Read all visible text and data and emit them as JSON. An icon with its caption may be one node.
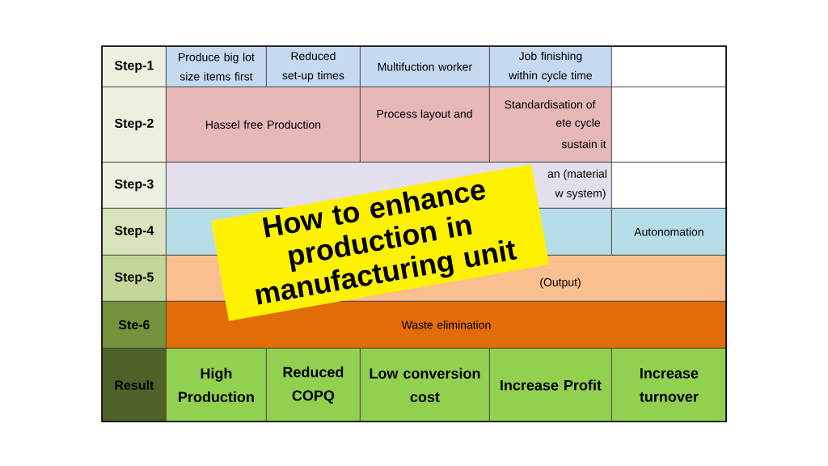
{
  "diagram": {
    "title": "How to enhance production in manufacturing unit",
    "nodes": [
      {
        "text": [
          "Step-1"
        ]
      },
      {
        "text": [
          "Produce big lot size items first"
        ]
      },
      {
        "text": [
          "Reduced set-up times"
        ]
      },
      {
        "text": [
          "Multifuction worker"
        ]
      },
      {
        "text": [
          "Job finishing within cycle time"
        ]
      },
      {
        "text": [],
        "shape": "box"
      },
      {
        "text": [
          "Step-2"
        ]
      },
      {
        "text": [
          "Hassel free Production"
        ]
      },
      {
        "text": [
          "Process layout and"
        ]
      },
      {
        "text": [
          "Standardisation of",
          "ete cycle",
          "sustain it"
        ]
      },
      {
        "text": [],
        "shape": "box"
      },
      {
        "text": [
          "Step-3"
        ]
      },
      {
        "text": [
          "an (material",
          "w system)"
        ]
      },
      {
        "text": [],
        "shape": "box"
      },
      {
        "text": [
          "Step-4"
        ]
      },
      {
        "text": [],
        "shape": "box"
      },
      {
        "text": [
          "Autonomation"
        ]
      },
      {
        "text": [
          "Step-5"
        ]
      },
      {
        "text": [
          "(Output)"
        ]
      },
      {
        "text": [
          "Ste-6"
        ]
      },
      {
        "text": [
          "Waste elimination"
        ]
      },
      {
        "text": [
          "Result"
        ]
      },
      {
        "text": [
          "High Production"
        ]
      },
      {
        "text": [
          "Reduced COPQ"
        ]
      },
      {
        "text": [
          "Low conversion cost"
        ]
      },
      {
        "text": [
          "Increase Profit"
        ]
      },
      {
        "text": [
          "Increase turnover"
        ]
      }
    ]
  }
}
